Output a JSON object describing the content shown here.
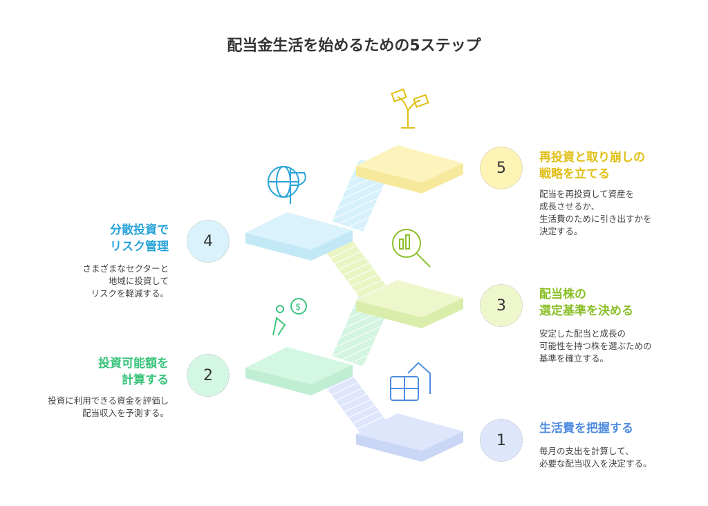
{
  "title": "配当金生活を始めるための5ステップ",
  "colors": {
    "step1": "#4f8de0",
    "step2": "#3cc47c",
    "step3": "#8bbf2a",
    "step4": "#27a3d8",
    "step5": "#e0bf15"
  },
  "steps": [
    {
      "number": "1",
      "title": [
        "生活費を把握する"
      ],
      "desc": [
        "毎月の支出を計算して、",
        "必要な配当収入を決定する。"
      ],
      "icon": "calculator-house-icon"
    },
    {
      "number": "2",
      "title": [
        "投資可能額を",
        "計算する"
      ],
      "desc": [
        "投資に利用できる資金を評価し",
        "配当収入を予測する。"
      ],
      "icon": "person-dollar-icon"
    },
    {
      "number": "3",
      "title": [
        "配当株の",
        "選定基準を決める"
      ],
      "desc": [
        "安定した配当と成長の",
        "可能性を持つ株を選ぶための",
        "基準を確立する。"
      ],
      "icon": "magnifier-chart-icon"
    },
    {
      "number": "4",
      "title": [
        "分散投資で",
        "リスク管理"
      ],
      "desc": [
        "さまざまなセクターと",
        "地域に投資して",
        "リスクを軽減する。"
      ],
      "icon": "globe-icon"
    },
    {
      "number": "5",
      "title": [
        "再投資と取り崩しの",
        "戦略を立てる"
      ],
      "desc": [
        "配当を再投資して資産を",
        "成長させるか、",
        "生活費のために引き出すかを",
        "決定する。"
      ],
      "icon": "money-plant-icon"
    }
  ]
}
